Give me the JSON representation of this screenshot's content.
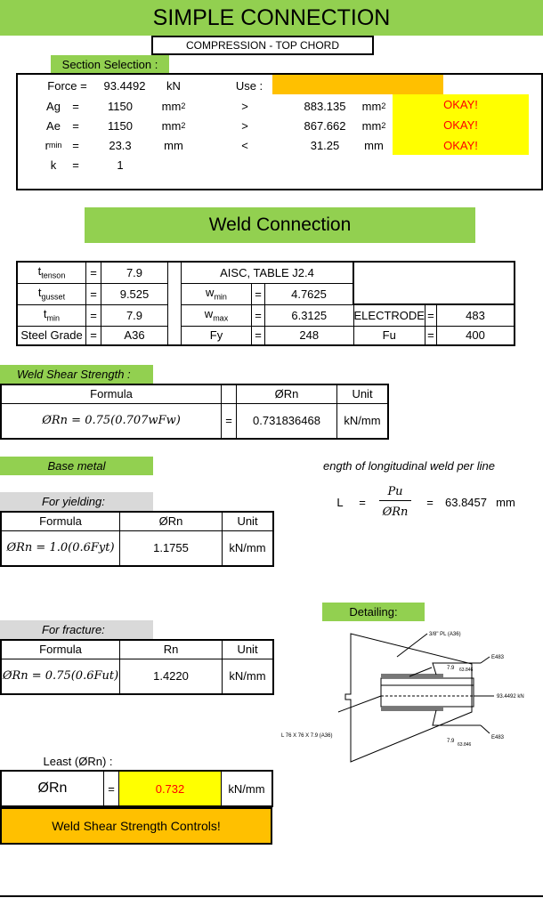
{
  "title": "SIMPLE CONNECTION",
  "subtitle": "COMPRESSION - TOP CHORD",
  "section_selection": {
    "label": "Section Selection :",
    "force_label": "Force =",
    "force_value": "93.4492",
    "force_unit": "kN",
    "use_label": "Use :",
    "use_value": "",
    "rows": [
      {
        "sym": "Ag",
        "base": "",
        "eq": "=",
        "val": "1150",
        "unit": "mm",
        "unit_sup": "2",
        "op": ">",
        "cmp": "883.135",
        "cmp_unit": "mm",
        "cmp_sup": "2",
        "status": "OKAY!"
      },
      {
        "sym": "Ae",
        "base": "",
        "eq": "=",
        "val": "1150",
        "unit": "mm",
        "unit_sup": "2",
        "op": ">",
        "cmp": "867.662",
        "cmp_unit": "mm",
        "cmp_sup": "2",
        "status": "OKAY!"
      },
      {
        "sym": "r",
        "base": "min",
        "eq": "=",
        "val": "23.3",
        "unit": "mm",
        "unit_sup": "",
        "op": "<",
        "cmp": "31.25",
        "cmp_unit": "mm",
        "cmp_sup": "",
        "status": "OKAY!"
      }
    ],
    "k_label": "k",
    "k_eq": "=",
    "k_value": "1"
  },
  "weld_connection": {
    "title": "Weld Connection",
    "params": {
      "t_tenson": {
        "sym": "t",
        "sub": "tenson",
        "eq": "=",
        "val": "7.9"
      },
      "t_gusset": {
        "sym": "t",
        "sub": "gusset",
        "eq": "=",
        "val": "9.525"
      },
      "t_min": {
        "sym": "t",
        "sub": "min",
        "eq": "=",
        "val": "7.9"
      },
      "steel_grade": {
        "sym": "Steel Grade",
        "eq": "=",
        "val": "A36"
      },
      "aisc": "AISC, TABLE J2.4",
      "w_min": {
        "sym": "w",
        "sub": "min",
        "eq": "=",
        "val": "4.7625"
      },
      "w_max": {
        "sym": "w",
        "sub": "max",
        "eq": "=",
        "val": "6.3125"
      },
      "fy": {
        "sym": "Fy",
        "eq": "=",
        "val": "248"
      },
      "electrode": {
        "sym": "ELECTRODE",
        "eq": "=",
        "val": "483"
      },
      "fu": {
        "sym": "Fu",
        "eq": "=",
        "val": "400"
      }
    }
  },
  "weld_shear": {
    "label": "Weld Shear Strength :",
    "h_formula": "Formula",
    "h_phirn": "ØRn",
    "h_unit": "Unit",
    "formula": "ØRn = 0.75(0.707wFw)",
    "eq": "=",
    "value": "0.731836468",
    "unit": "kN/mm"
  },
  "base_metal": {
    "label": "Base metal"
  },
  "length_weld": {
    "label": "ength of longitudinal weld per line",
    "L": "L",
    "eq1": "=",
    "num": "Pu",
    "den": "ØRn",
    "eq2": "=",
    "value": "63.8457",
    "unit": "mm"
  },
  "yielding": {
    "label": "For yielding:",
    "h_formula": "Formula",
    "h_phirn": "ØRn",
    "h_unit": "Unit",
    "formula": "ØRn = 1.0(0.6Fyt)",
    "value": "1.1755",
    "unit": "kN/mm"
  },
  "fracture": {
    "label": "For fracture:",
    "h_formula": "Formula",
    "h_rn": "Rn",
    "h_unit": "Unit",
    "formula": "ØRn = 0.75(0.6Fut)",
    "value": "1.4220",
    "unit": "kN/mm"
  },
  "detailing": {
    "label": "Detailing:",
    "plate": "3/8\" PL (A36)",
    "weld_size_top": "7.9",
    "weld_len_top": "63.846",
    "electrode_top": "E483",
    "force": "93.4492 kN",
    "angle": "L 76 X 76 X 7.9 (A36)",
    "weld_size_bot": "7.9",
    "weld_len_bot": "63.846",
    "electrode_bot": "E483"
  },
  "least": {
    "label": "Least (ØRn) :",
    "sym": "ØRn",
    "eq": "=",
    "value": "0.732",
    "unit": "kN/mm",
    "conclusion": "Weld Shear Strength Controls!"
  },
  "colors": {
    "green": "#92d050",
    "yellow": "#ffff00",
    "orange": "#ffc000",
    "gray": "#d9d9d9",
    "red": "#ff0000"
  }
}
